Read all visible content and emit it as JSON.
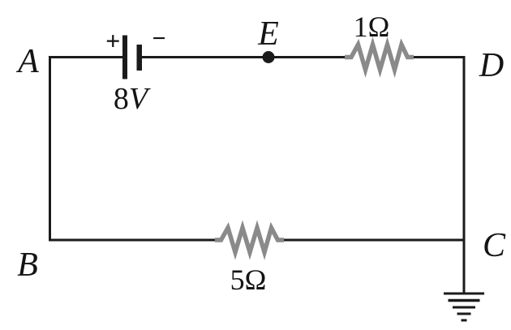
{
  "colors": {
    "background": "#ffffff",
    "wire": "#1b1b1b",
    "resistor": "#8a8a8a",
    "label": "#141414"
  },
  "nodes": {
    "a": "A",
    "b": "B",
    "c": "C",
    "d": "D",
    "e": "E"
  },
  "battery": {
    "plus_sign": "+",
    "minus_sign": "−",
    "voltage_value": "8",
    "voltage_unit": "V"
  },
  "resistors": {
    "top_label": "1Ω",
    "bottom_label": "5Ω"
  },
  "icons": {
    "ground": "earth-ground"
  }
}
